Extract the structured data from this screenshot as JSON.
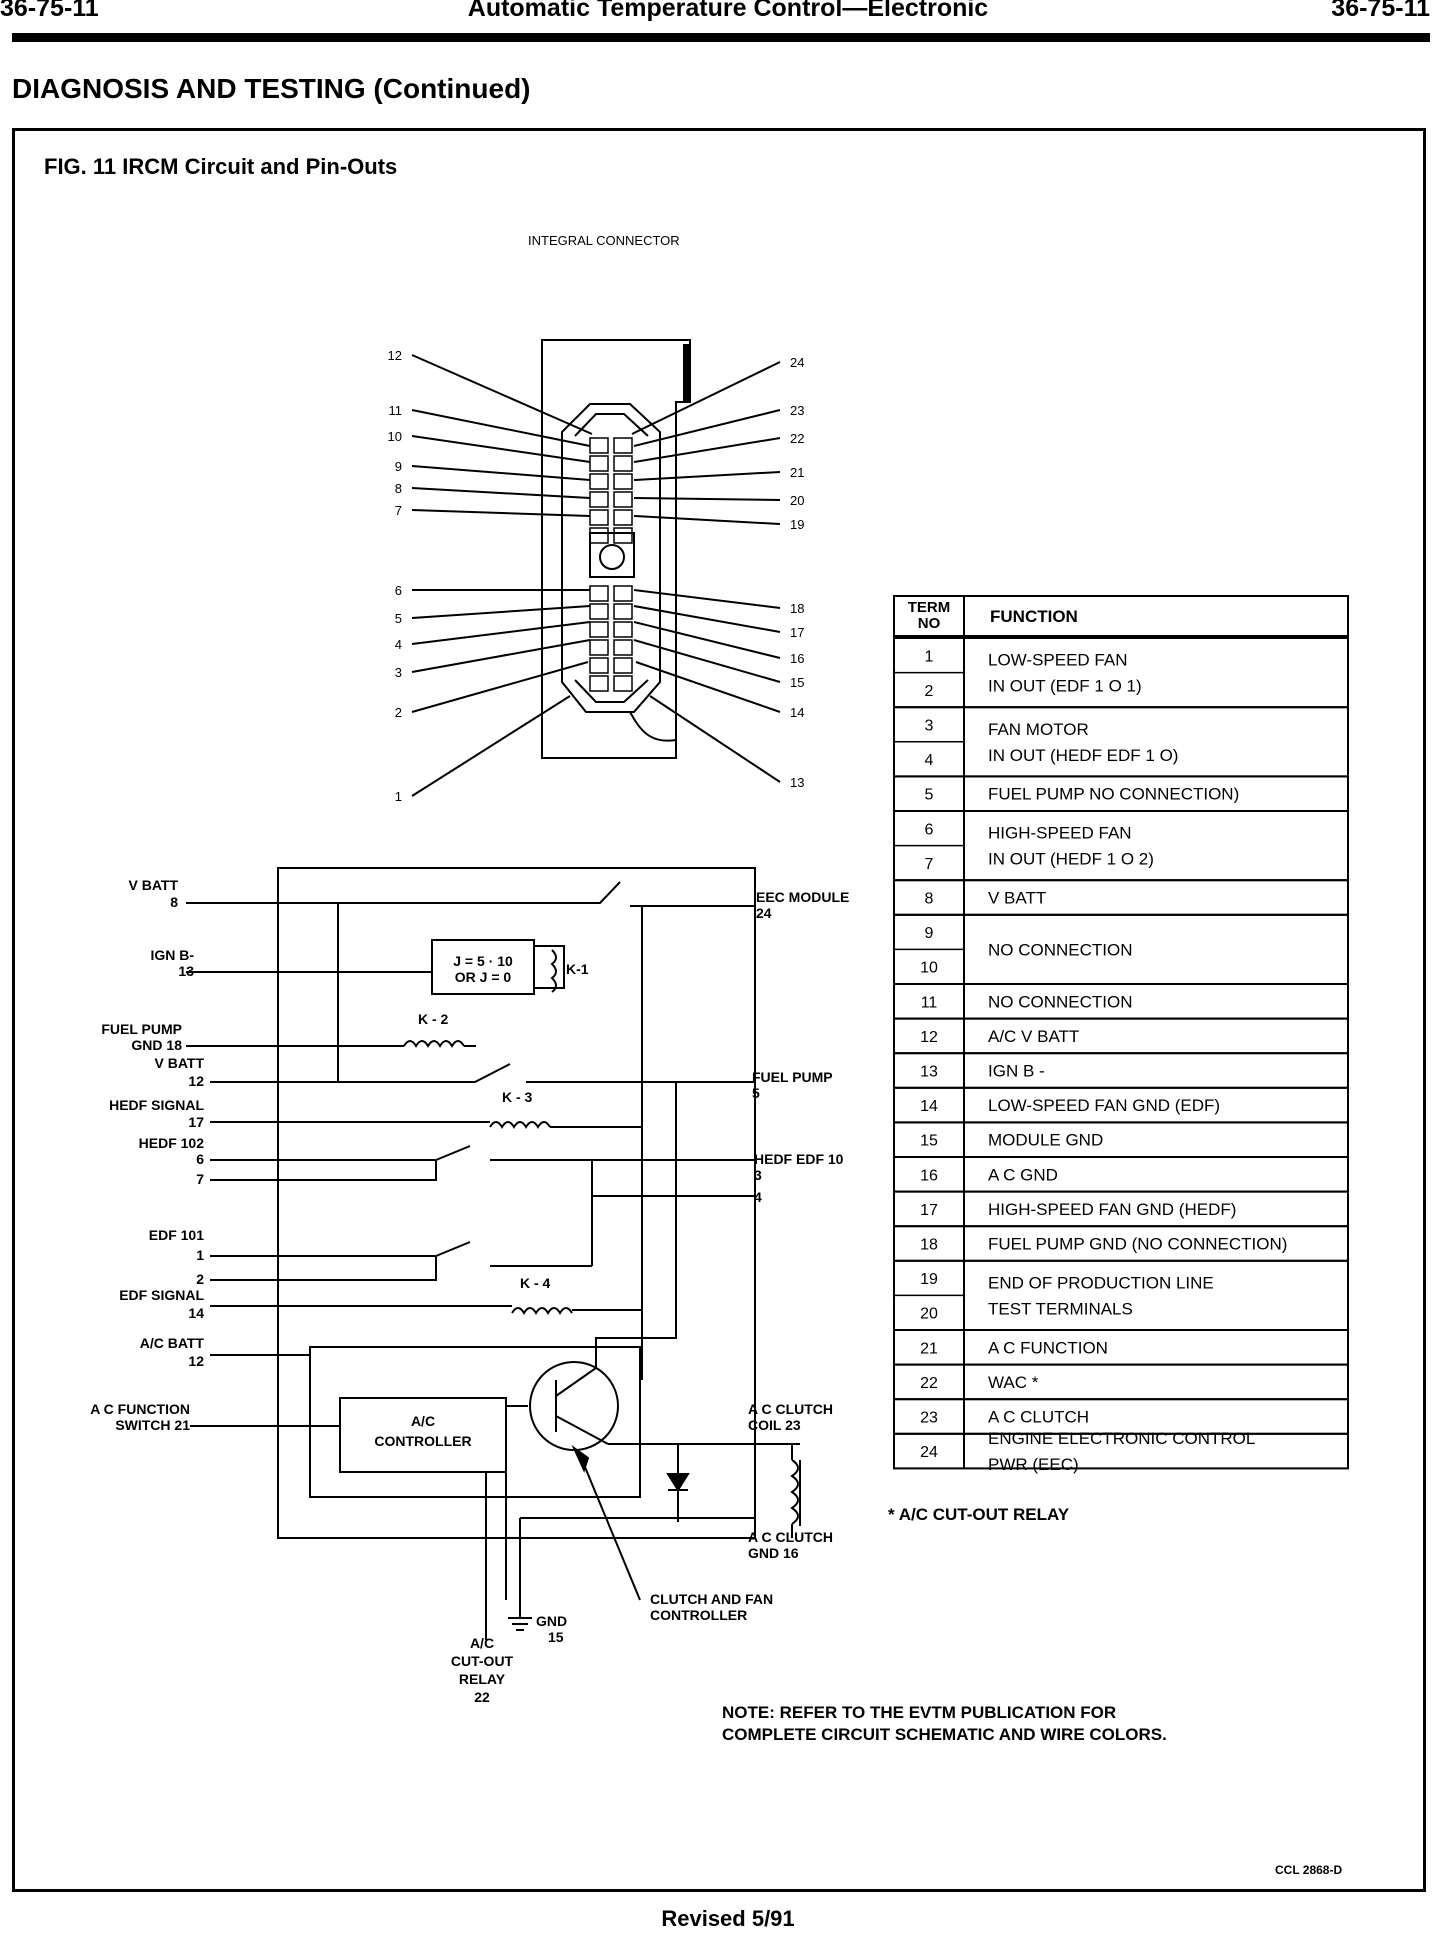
{
  "header": {
    "section_left": "36-75-11",
    "title": "Automatic Temperature Control—Electronic",
    "section_right": "36-75-11"
  },
  "section_heading": "DIAGNOSIS AND TESTING (Continued)",
  "figure": {
    "caption": "FIG. 11 IRCM Circuit and Pin-Outs",
    "connector_label": "INTEGRAL CONNECTOR",
    "code": "CCL 2868-D"
  },
  "pins_left": [
    "12",
    "11",
    "10",
    "9",
    "8",
    "7",
    "6",
    "5",
    "4",
    "3",
    "2",
    "1"
  ],
  "pins_right": [
    "24",
    "23",
    "22",
    "21",
    "20",
    "19",
    "18",
    "17",
    "16",
    "15",
    "14",
    "13"
  ],
  "table": {
    "header_term": "TERM NO",
    "header_function": "FUNCTION",
    "term_numbers": [
      "1",
      "2",
      "3",
      "4",
      "5",
      "6",
      "7",
      "8",
      "9",
      "10",
      "11",
      "12",
      "13",
      "14",
      "15",
      "16",
      "17",
      "18",
      "19",
      "20",
      "21",
      "22",
      "23",
      "24"
    ],
    "functions": [
      "LOW-SPEED FAN\nIN OUT (EDF 1 O 1)",
      "FAN MOTOR\nIN OUT (HEDF EDF 1 O)",
      "FUEL PUMP  NO CONNECTION)",
      "HIGH-SPEED FAN\nIN OUT (HEDF 1 O 2)",
      "V BATT",
      "NO CONNECTION",
      "NO CONNECTION",
      "A/C V BATT",
      "IGN B -",
      "LOW-SPEED FAN GND (EDF)",
      "MODULE GND",
      "A C GND",
      "HIGH-SPEED FAN GND (HEDF)",
      "FUEL PUMP GND (NO CONNECTION)",
      "END OF PRODUCTION LINE\nTEST TERMINALS",
      "A C FUNCTION",
      "WAC *",
      "A C CLUTCH",
      "ENGINE ELECTRONIC CONTROL\nPWR (EEC)"
    ],
    "footnote": "* A/C CUT-OUT RELAY"
  },
  "schematic": {
    "left_labels": [
      "V BATT",
      "8",
      "IGN B-",
      "13",
      "FUEL PUMP",
      "GND 18",
      "V BATT",
      "12",
      "HEDF SIGNAL",
      "17",
      "HEDF 102",
      "6",
      "7",
      "EDF 101",
      "1",
      "2",
      "EDF SIGNAL",
      "14",
      "A/C BATT",
      "12",
      "A C FUNCTION",
      "SWITCH 21"
    ],
    "right_labels": [
      "EEC MODULE",
      "24",
      "FUEL PUMP",
      "5",
      "HEDF EDF 10",
      "3",
      "4",
      "A C CLUTCH",
      "COIL 23",
      "A C CLUTCH",
      "GND 16"
    ],
    "relay_labels": [
      "K-1",
      "K - 2",
      "K - 3",
      "K - 4"
    ],
    "logic_box": [
      "J = 5 · 10",
      "OR J = 0"
    ],
    "controller": [
      "A/C",
      "CONTROLLER"
    ],
    "bottom_labels": [
      "CLUTCH AND FAN",
      "CONTROLLER",
      "GND",
      "15",
      "A/C",
      "CUT-OUT",
      "RELAY",
      "22"
    ]
  },
  "note": [
    "NOTE: REFER TO THE EVTM PUBLICATION FOR",
    "COMPLETE CIRCUIT SCHEMATIC AND WIRE COLORS."
  ],
  "footer": "Revised 5/91"
}
